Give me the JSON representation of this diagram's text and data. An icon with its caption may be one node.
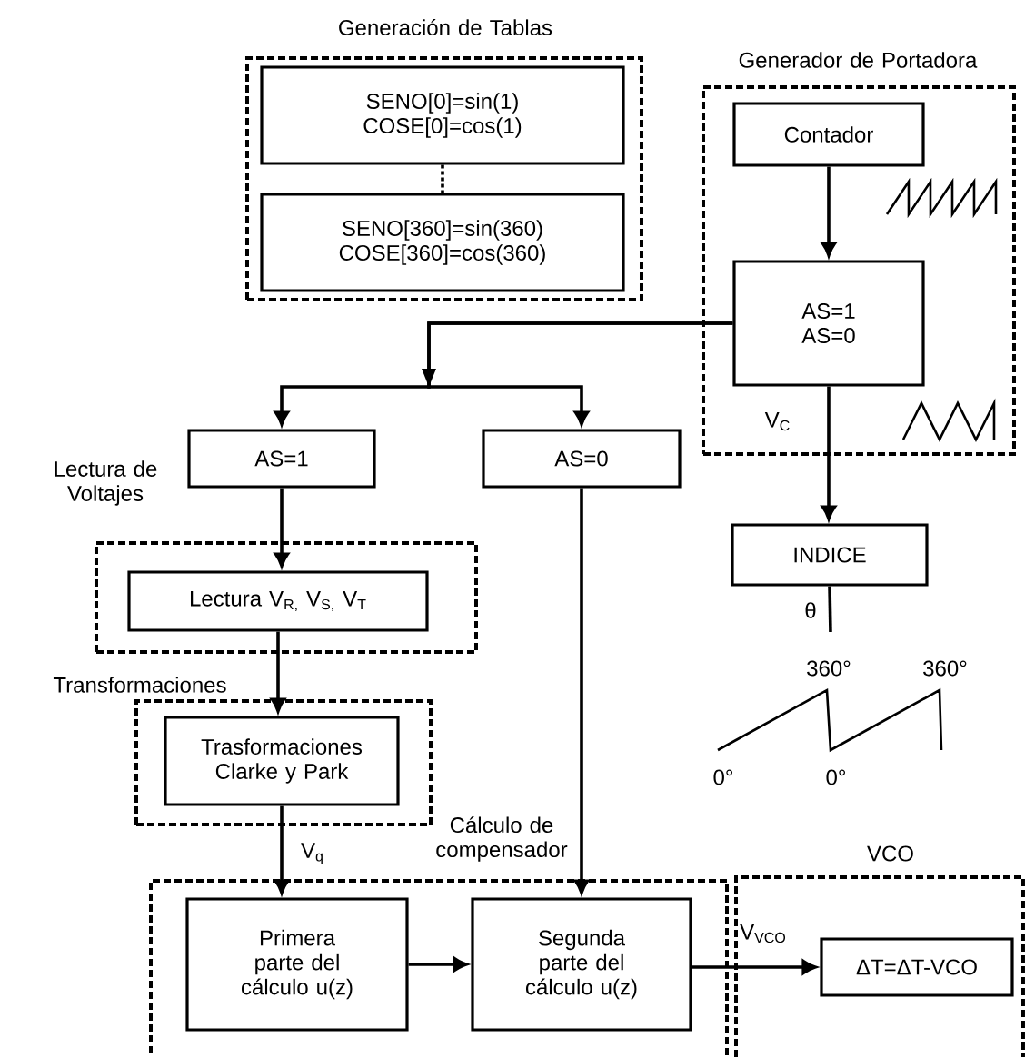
{
  "diagram": {
    "nodes": [
      {
        "text": [
          "Generación de Tablas"
        ]
      },
      {
        "text": [
          "SENO[0]=sin(1) COSE[0]=cos(1)"
        ],
        "in": 0
      },
      {
        "text": [
          "SENO[360]=sin(360) COSE[360]=cos(360)"
        ],
        "in": 0
      },
      {
        "text": [
          "Generador de Portadora"
        ]
      },
      {
        "text": [
          "Contador"
        ],
        "in": 3
      },
      {
        "text": [
          "AS=1 AS=0"
        ],
        "in": 3
      },
      {
        "text": [
          "AS=1"
        ]
      },
      {
        "text": [
          "AS=0"
        ]
      },
      {
        "text": [
          "Lectura de Voltajes"
        ]
      },
      {
        "text": [
          "Lectura V$_{R,}$ V$_{S,}$ V$_{T}$"
        ],
        "in": 8
      },
      {
        "text": [
          "Transformaciones"
        ]
      },
      {
        "text": [
          "Trasformaciones Clarke y Park"
        ],
        "in": 10
      },
      {
        "text": [
          "Cálculo de compensador"
        ]
      },
      {
        "text": [
          "Primera parte del cálculo u(z)"
        ],
        "in": 12
      },
      {
        "text": [
          "Segunda parte del cálculo u(z)"
        ],
        "in": 12
      },
      {
        "text": [
          "VCO"
        ]
      },
      {
        "text": [
          "ΔT=ΔT-VCO"
        ],
        "in": 15
      },
      {
        "text": [
          "INDICE"
        ]
      }
    ],
    "edges": [
      {
        "from": 4,
        "to": 5,
        "arrow": "to"
      },
      {
        "from": 5,
        "to": 6,
        "arrow": "to"
      },
      {
        "from": 5,
        "to": 7,
        "arrow": "to"
      },
      {
        "from": 5,
        "to": 17,
        "arrow": "to",
        "label": "V$_{C}$"
      },
      {
        "from": 17,
        "to": null,
        "arrow": "none",
        "label": "θ"
      },
      {
        "from": 6,
        "to": 9,
        "arrow": "to"
      },
      {
        "from": 9,
        "to": 11,
        "arrow": "to"
      },
      {
        "from": 11,
        "to": 13,
        "arrow": "to",
        "label": "V$_{q}$"
      },
      {
        "from": 7,
        "to": 14,
        "arrow": "to"
      },
      {
        "from": 13,
        "to": 14,
        "arrow": "to"
      },
      {
        "from": 14,
        "to": 16,
        "arrow": "to",
        "label": "V$_{VCO}$"
      },
      {
        "from": 1,
        "to": 2,
        "arrow": "none",
        "style": "dashed"
      }
    ],
    "labels": [
      "360°",
      "360°",
      "0°",
      "0°"
    ]
  }
}
